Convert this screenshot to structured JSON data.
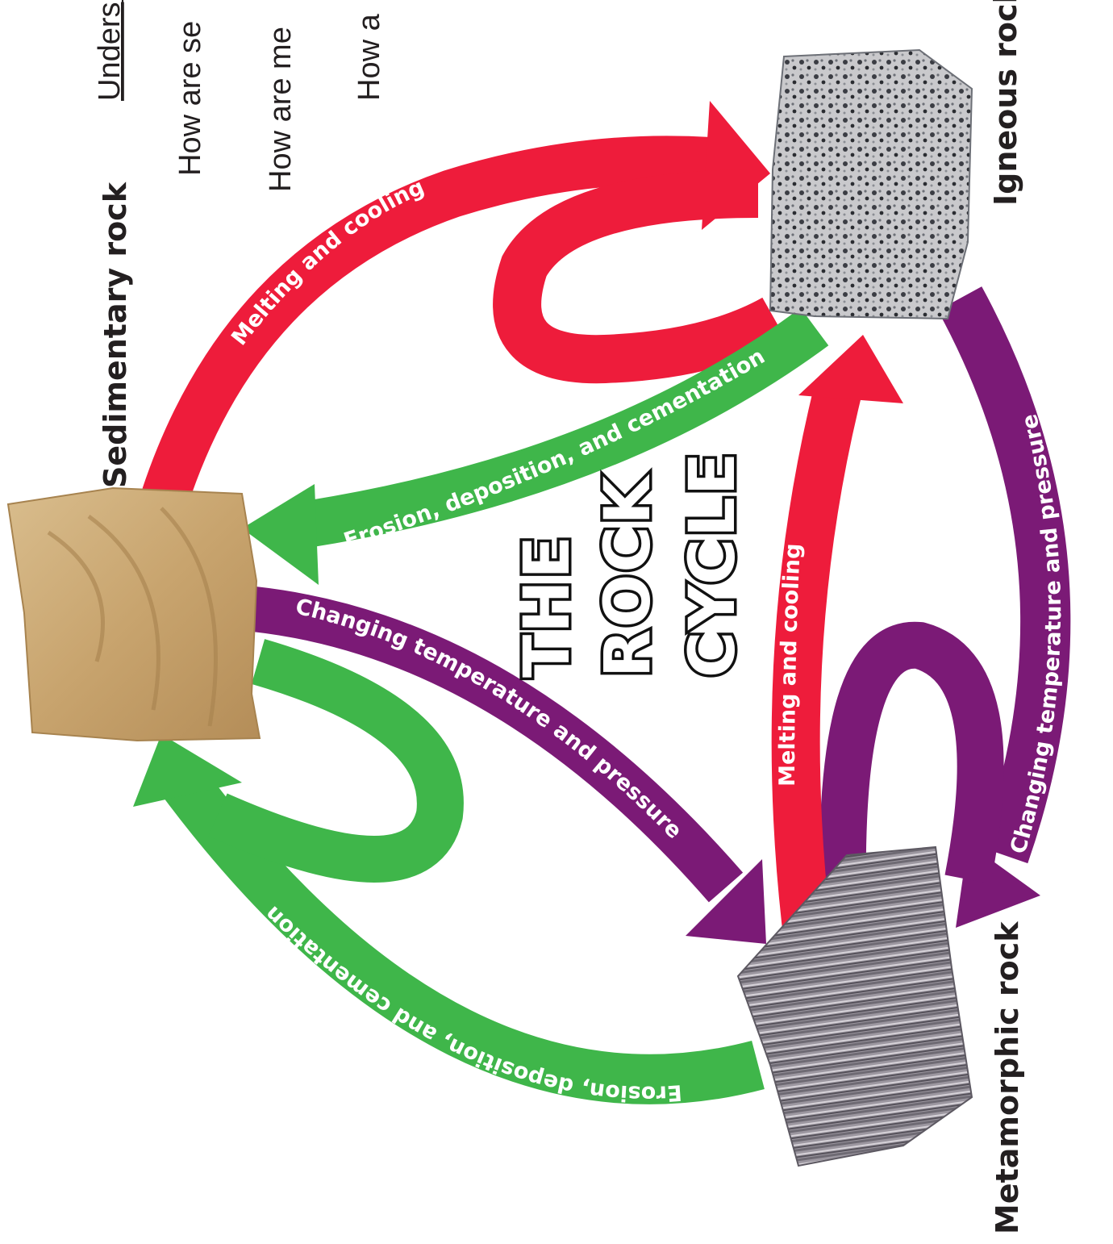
{
  "colors": {
    "red": "#ee1c3b",
    "green": "#3fb64a",
    "purple": "#7b1a76",
    "text": "#231f20"
  },
  "questions": {
    "q1_prefix": "Unders",
    "q2_prefix": "How are ",
    "q2_bold": "se",
    "q3_prefix": "How are ",
    "q3_bold": "me",
    "q4_prefix": "How a"
  },
  "rocks": {
    "sedimentary": "Sedimentary rock",
    "igneous": "Igneous rock",
    "metamorphic": "Metamorphic rock"
  },
  "arrows": {
    "melting_top": "Melting and cooling",
    "erosion_middle": "Erosion, deposition, and cementation",
    "changing_inner": "Changing temperature and pressure",
    "changing_right": "Changing temperature and pressure",
    "melting_inner": "Melting and cooling",
    "erosion_bottom": "Erosion, deposition, and cementation"
  },
  "title": {
    "line1": "THE",
    "line2": "ROCK",
    "line3": "CYCLE"
  }
}
